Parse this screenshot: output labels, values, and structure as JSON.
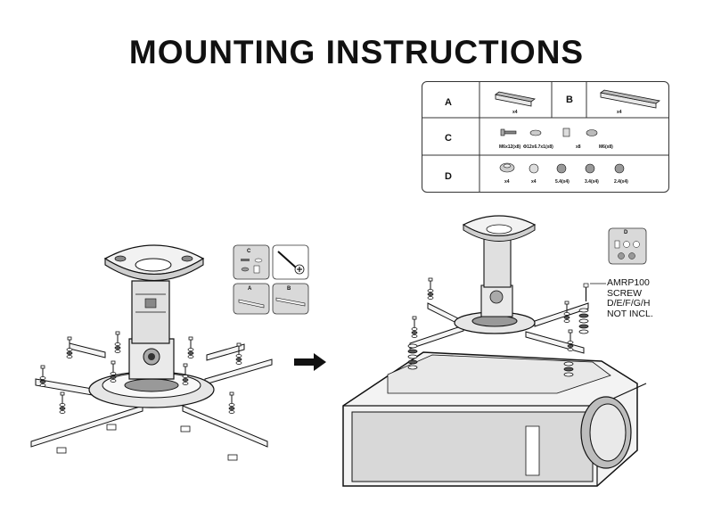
{
  "title": "MOUNTING INSTRUCTIONS",
  "parts_table": {
    "rows": [
      {
        "label": "A",
        "qty": "x4"
      },
      {
        "label": "B",
        "qty": "x4"
      },
      {
        "label": "C",
        "items": [
          "M6x12(x8)",
          "Φ12x6.7x1(x8)",
          "x8",
          "M6(x8)"
        ]
      },
      {
        "label": "D",
        "items": [
          "x4",
          "x4",
          "5.4(x4)",
          "3.4(x4)",
          "2.4(x4)"
        ]
      }
    ]
  },
  "callouts": {
    "c_label": "C",
    "a_label": "A",
    "b_label": "B",
    "d_label": "D"
  },
  "note": {
    "lines": [
      "AMRP100",
      "SCREW",
      "D/E/F/G/H",
      "NOT INCL."
    ]
  },
  "colors": {
    "ink": "#111111",
    "panel": "#d9d9d9",
    "box": "#c8c8c8"
  }
}
